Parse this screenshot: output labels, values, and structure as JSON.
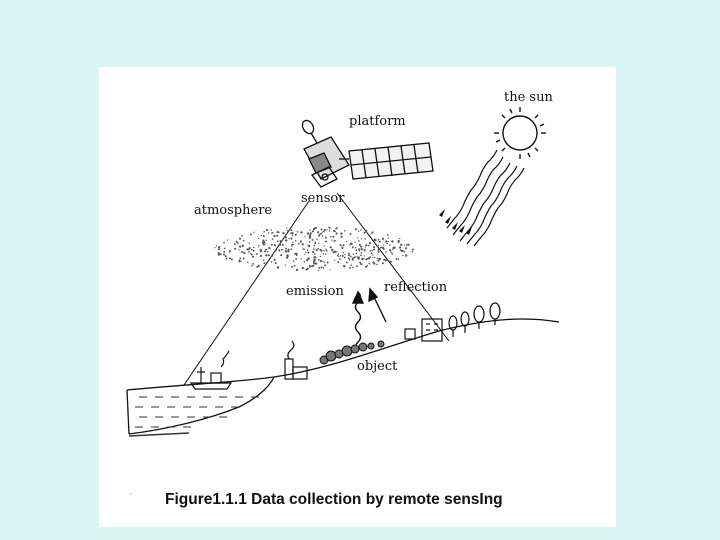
{
  "labels": {
    "sun": "the sun",
    "platform": "platform",
    "sensor": "sensor",
    "atmosphere": "atmosphere",
    "emission": "emission",
    "reflection": "reflection",
    "object": "object"
  },
  "caption": "Figure1.1.1 Data collection by remote sensIng",
  "colors": {
    "background": "#d9f5f1",
    "card": "#ffffff",
    "ink": "#111111"
  }
}
